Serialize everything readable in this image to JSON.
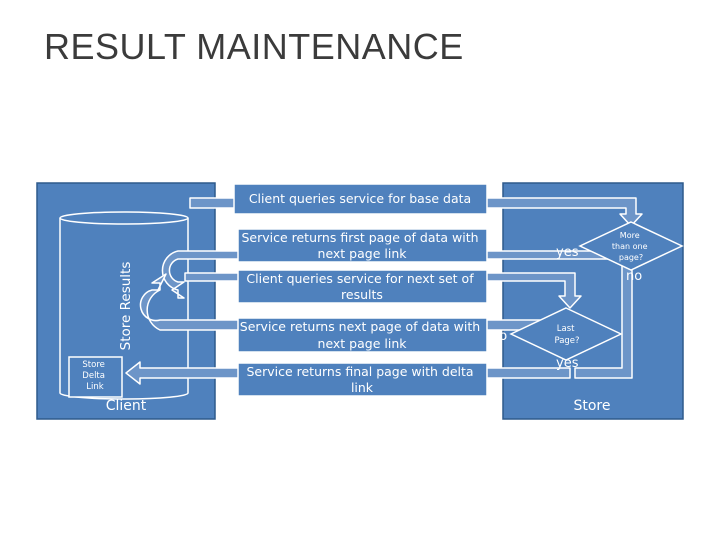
{
  "title": "RESULT MAINTENANCE",
  "diagram": {
    "client_label": "Client",
    "store_label": "Store",
    "store_results_label": "Store Results",
    "store_delta_link": [
      "Store",
      "Delta",
      "Link"
    ],
    "steps": [
      {
        "lines": [
          "Client queries service for base data"
        ]
      },
      {
        "lines": [
          "Service returns first page of data with",
          "next page link"
        ]
      },
      {
        "lines": [
          "Client queries service for next set of",
          "results"
        ]
      },
      {
        "lines": [
          "Service returns next page of data with",
          "next page link"
        ]
      },
      {
        "lines": [
          "Service returns  final page with delta",
          "link"
        ]
      }
    ],
    "decisions": [
      {
        "lines": [
          "More",
          "than one",
          "page?"
        ],
        "yes": "yes",
        "no": "no"
      },
      {
        "lines": [
          "Last",
          "Page?"
        ],
        "yes": "yes",
        "no": "no"
      }
    ]
  },
  "colors": {
    "fill": "#4f81bd",
    "stroke": "#2e5a8c",
    "arrow_fill": "#4f81bd",
    "text": "#ffffff",
    "title": "#3b3b3b"
  }
}
